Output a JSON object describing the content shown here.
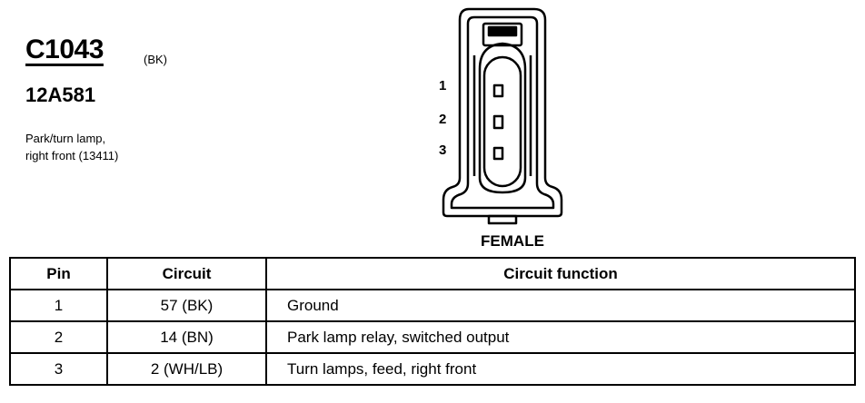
{
  "connector": {
    "id": "C1043",
    "color_code": "(BK)",
    "part_number": "12A581",
    "description_lines": [
      "Park/turn lamp,",
      "right front (13411)"
    ],
    "gender": "FEMALE",
    "pin_labels": [
      "1",
      "2",
      "3"
    ]
  },
  "table": {
    "headers": {
      "pin": "Pin",
      "circuit": "Circuit",
      "function": "Circuit function"
    },
    "rows": [
      {
        "pin": "1",
        "circuit": "57 (BK)",
        "function": "Ground"
      },
      {
        "pin": "2",
        "circuit": "14 (BN)",
        "function": "Park lamp relay, switched output"
      },
      {
        "pin": "3",
        "circuit": "2 (WH/LB)",
        "function": "Turn lamps, feed, right front"
      }
    ]
  }
}
